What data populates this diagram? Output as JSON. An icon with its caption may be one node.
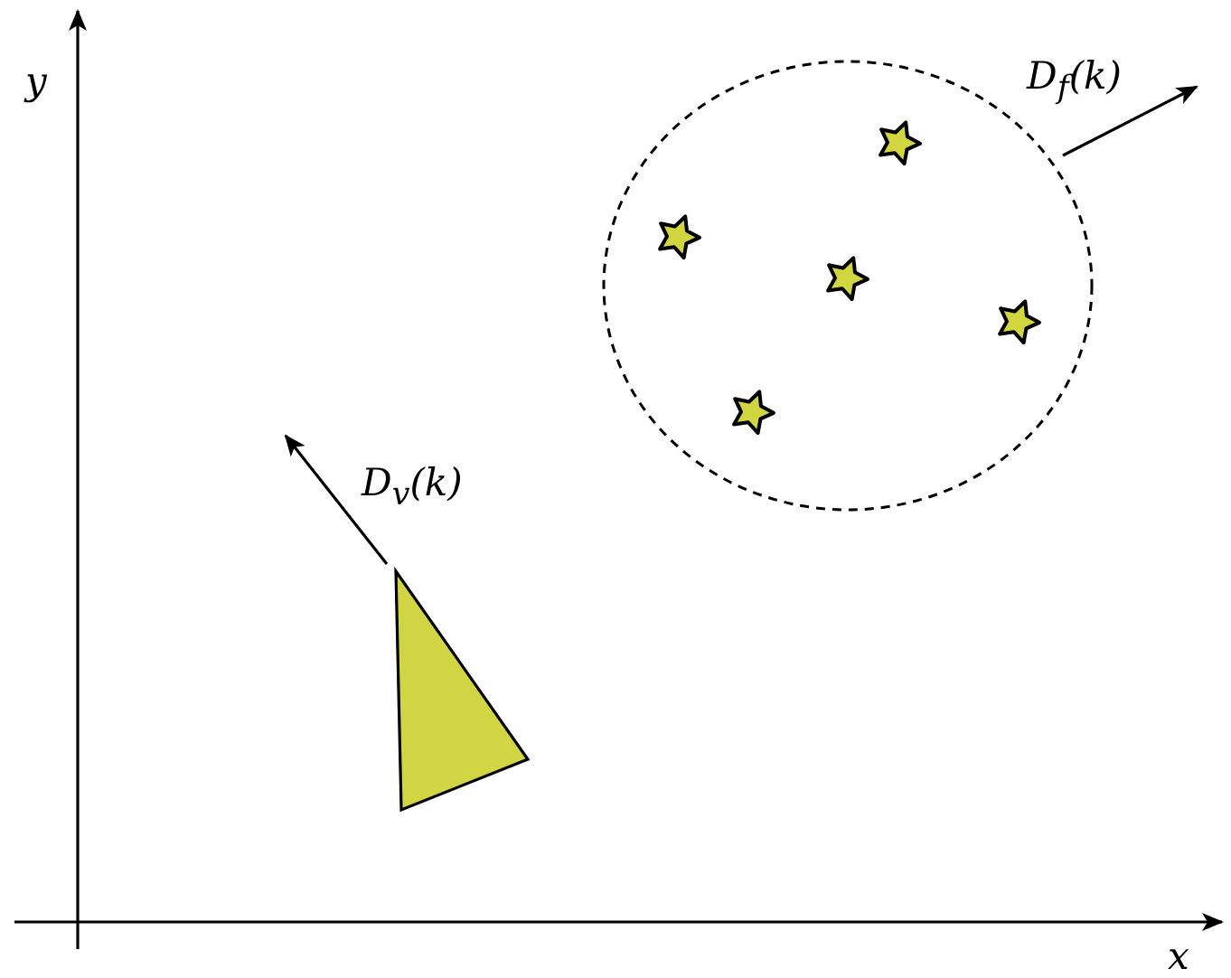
{
  "diagram": {
    "nodes": [
      {
        "text": [],
        "shape": "circle"
      },
      {
        "text": [],
        "shape": "star",
        "in": 0
      },
      {
        "text": [],
        "shape": "star",
        "in": 0
      },
      {
        "text": [],
        "shape": "star",
        "in": 0
      },
      {
        "text": [],
        "shape": "star",
        "in": 0
      },
      {
        "text": [],
        "shape": "star",
        "in": 0
      },
      {
        "text": [],
        "shape": "triangle"
      }
    ],
    "edges": [
      {
        "from": 0,
        "to": null,
        "arrow": "to",
        "label": "D$_{f}$(k)"
      },
      {
        "from": 6,
        "to": null,
        "arrow": "to",
        "label": "D$_{v}$(k)"
      }
    ],
    "labels": [
      "y",
      "x"
    ]
  }
}
